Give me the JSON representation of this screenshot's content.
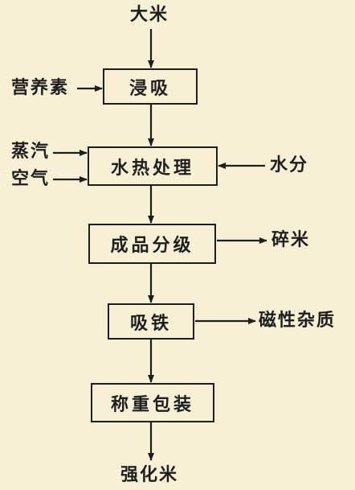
{
  "diagram": {
    "type": "process-flowchart",
    "steps": [
      "浸吸",
      "水热处理",
      "成品分级",
      "吸铁",
      "称重包装"
    ],
    "input": "大米",
    "output": "强化米",
    "side_inputs": {
      "nutrients": "营养素",
      "steam": "蒸汽",
      "air": "空气",
      "moisture": "水分"
    },
    "side_outputs": {
      "broken_rice": "碎米",
      "magnetic_impurities": "磁性杂质"
    }
  }
}
